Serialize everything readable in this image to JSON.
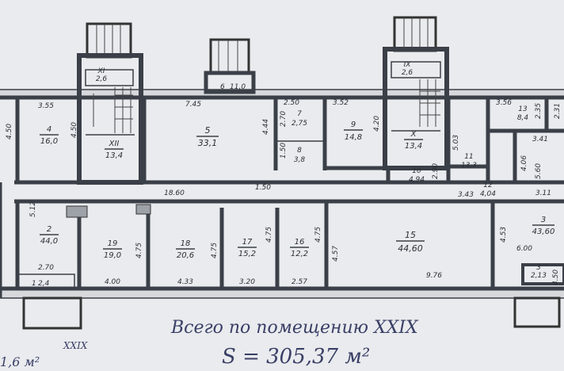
{
  "plan": {
    "rooms": [
      {
        "id": "4",
        "number": "4",
        "area": "16,0"
      },
      {
        "id": "xii-left",
        "number": "XII",
        "area": "13,4"
      },
      {
        "id": "xi",
        "number": "XI",
        "area": "2,6"
      },
      {
        "id": "5",
        "number": "5",
        "area": "33,1"
      },
      {
        "id": "6",
        "number": "6",
        "area": "11,0"
      },
      {
        "id": "7",
        "number": "7",
        "area": "2,75"
      },
      {
        "id": "8",
        "number": "8",
        "area": "3,8"
      },
      {
        "id": "9",
        "number": "9",
        "area": "14,8"
      },
      {
        "id": "ix",
        "number": "IX",
        "area": "2,6"
      },
      {
        "id": "x",
        "number": "X",
        "area": "13,4"
      },
      {
        "id": "10",
        "number": "10",
        "area": "4,94"
      },
      {
        "id": "11",
        "number": "11",
        "area": "13,3"
      },
      {
        "id": "12",
        "number": "12",
        "area": "4,04"
      },
      {
        "id": "13",
        "number": "13",
        "area": "8,4"
      },
      {
        "id": "2",
        "number": "2",
        "area": "44,0"
      },
      {
        "id": "1",
        "number": "1",
        "area": "2,4"
      },
      {
        "id": "19",
        "number": "19",
        "area": "19,0"
      },
      {
        "id": "18",
        "number": "18",
        "area": "20,6"
      },
      {
        "id": "17",
        "number": "17",
        "area": "15,2"
      },
      {
        "id": "16",
        "number": "16",
        "area": "12,2"
      },
      {
        "id": "15",
        "number": "15",
        "area": "44,60"
      },
      {
        "id": "3",
        "number": "3",
        "area": "43,60"
      },
      {
        "id": "3-small",
        "number": "3",
        "area": "2,13"
      }
    ],
    "dimensions": {
      "d355": "3.55",
      "d450a": "4.50",
      "d450b": "4.50",
      "d745": "7.45",
      "d444": "4.44",
      "d250": "2.50",
      "d270": "2.70",
      "d150a": "1.50",
      "d352": "3.52",
      "d420": "4.20",
      "d503": "5.03",
      "d356": "3.56",
      "d235": "2.35",
      "d231": "2.31",
      "d341": "3.41",
      "d406": "4.06",
      "d311": "3.11",
      "d343": "3.43",
      "d290": "2.90",
      "d1860": "18.60",
      "d150b": "1.50",
      "d512": "5.12",
      "d270b": "2.70",
      "d475a": "4.75",
      "d475b": "4.75",
      "d475c": "4.75",
      "d475d": "4.75",
      "d400": "4.00",
      "d433": "4.33",
      "d320": "3.20",
      "d257": "2.57",
      "d457": "4.57",
      "d976": "9.76",
      "d453": "4.53",
      "d600": "6.00",
      "d450c": "4.50",
      "d560": "5.60"
    },
    "footer": {
      "total_text": "Всего по помещению XXIX",
      "area_text": "S = 305,37 м²",
      "left_mark": "XXIX",
      "left_value": "1,6 м²"
    }
  }
}
